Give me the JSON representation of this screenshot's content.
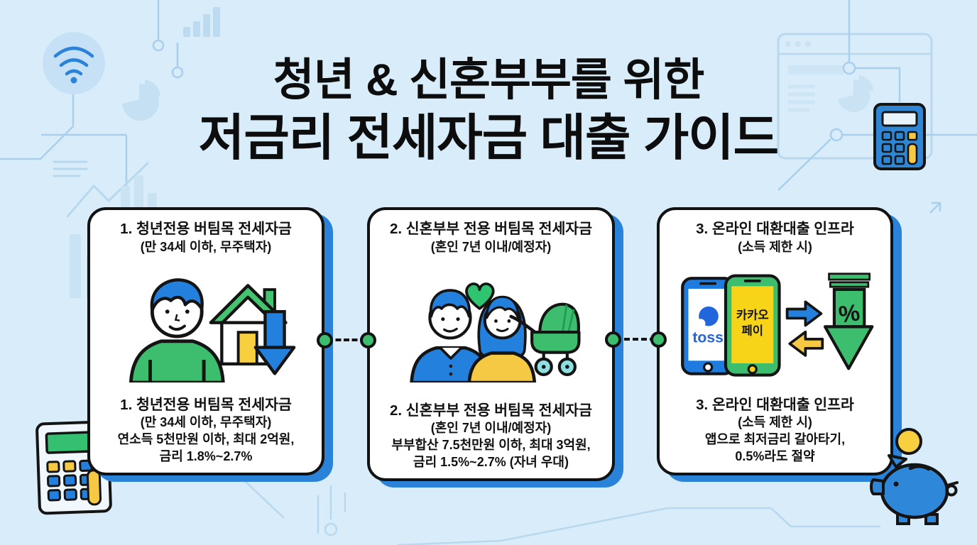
{
  "title": {
    "line1": "청년 & 신혼부부를 위한",
    "line2": "저금리 전세자금 대출 가이드"
  },
  "cards": [
    {
      "header_title": "1. 청년전용 버팀목 전세자금",
      "header_sub": "(만 34세 이하, 무주택자)",
      "illustration": "young-person-house-down-arrow",
      "footer_title": "1. 청년전용 버팀목 전세자금",
      "footer_sub": "(만 34세 이하, 무주택자)",
      "detail_line1": "연소득 5천만원 이하, 최대 2억원,",
      "detail_line2": "금리 1.8%~2.7%"
    },
    {
      "header_title": "2. 신혼부부 전용 버팀목 전세자금",
      "header_sub": "(혼인 7년 이내/예정자)",
      "illustration": "newlywed-couple-heart-stroller",
      "footer_title": "2. 신혼부부 전용 버팀목 전세자금",
      "footer_sub": "(혼인 7년 이내/예정자)",
      "detail_line1": "부부합산 7.5천만원 이하, 최대 3억원,",
      "detail_line2": "금리 1.5%~2.7% (자녀 우대)"
    },
    {
      "header_title": "3. 온라인 대환대출 인프라",
      "header_sub": "(소득 제한 시)",
      "illustration": "toss-kakaopay-phones-percent-arrow",
      "footer_title": "3. 온라인 대환대출 인프라",
      "footer_sub": "(소득 제한 시)",
      "detail_line1": "앱으로 최저금리 갈아타기,",
      "detail_line2": "0.5%라도 절약"
    }
  ],
  "phones": {
    "toss_label": "toss",
    "kakao_line1": "카카오",
    "kakao_line2": "페이"
  },
  "decor": {
    "percent_symbol": "%"
  },
  "icons": {
    "wifi": "wifi-icon",
    "calculator_right": "calculator-icon",
    "calculator_bottom_left": "calculator-illustration",
    "piggy_bank": "piggy-bank-icon",
    "coin": "coin-icon",
    "browser_window": "browser-window-wireframe",
    "bar_chart": "bar-chart-icon",
    "pie_chart": "pie-chart-icon",
    "line_chart": "line-chart-icon"
  },
  "colors": {
    "background": "#d9ecf9",
    "card_background": "#ffffff",
    "card_border": "#121212",
    "card_shadow_blue": "#2b82d9",
    "brand_green": "#3dbd6e",
    "brand_blue": "#2381dd",
    "accent_yellow": "#f6c944",
    "kakao_yellow": "#f8d418",
    "toss_blue": "#2166dc",
    "deco_line_blue": "#b7d8ee",
    "deco_fill_blue": "#c9e3f4",
    "node_green": "#3dbd6e"
  }
}
